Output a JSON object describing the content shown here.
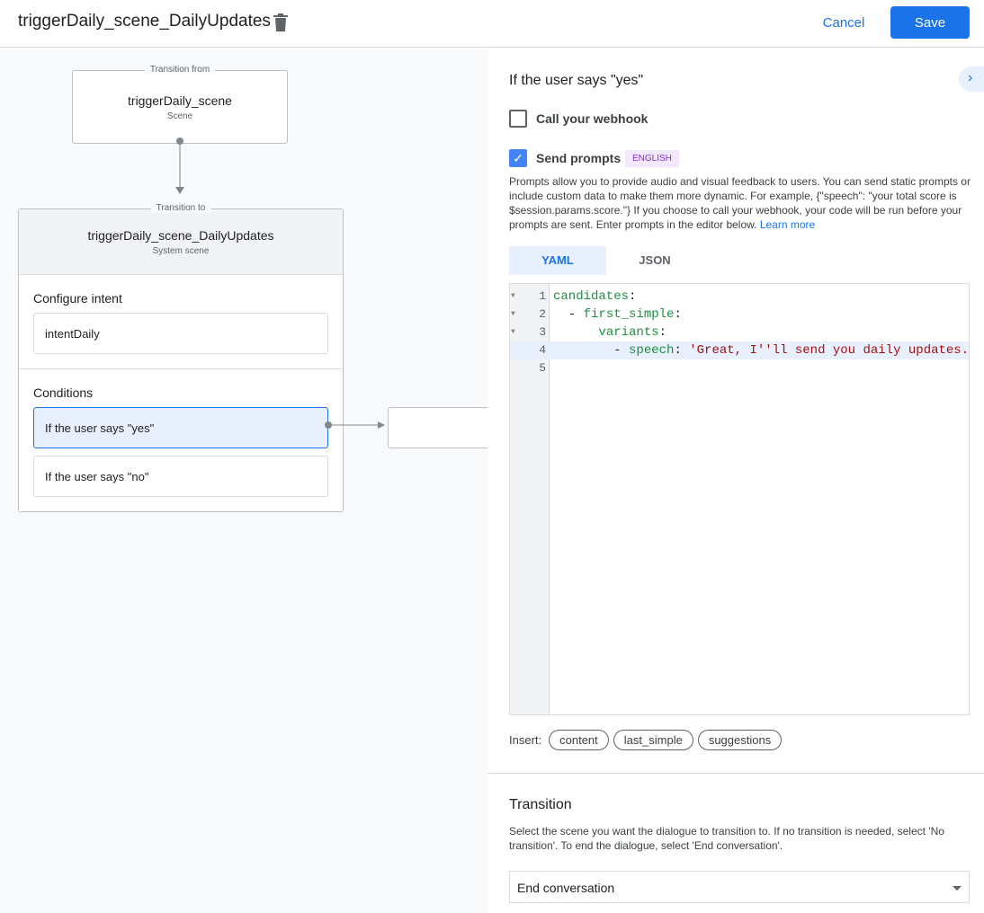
{
  "header": {
    "title": "triggerDaily_scene_DailyUpdates",
    "cancel": "Cancel",
    "save": "Save"
  },
  "canvas": {
    "from": {
      "label": "Transition from",
      "name": "triggerDaily_scene",
      "type": "Scene"
    },
    "to": {
      "label": "Transition to",
      "name": "triggerDaily_scene_DailyUpdates",
      "type": "System scene"
    },
    "intent_heading": "Configure intent",
    "intent": "intentDaily",
    "conditions_heading": "Conditions",
    "conditions": [
      "If the user says \"yes\"",
      "If the user says \"no\""
    ]
  },
  "panel": {
    "heading": "If the user says \"yes\"",
    "webhook": {
      "label": "Call your webhook",
      "checked": false
    },
    "prompts": {
      "label": "Send prompts",
      "checked": true,
      "badge": "ENGLISH"
    },
    "description": "Prompts allow you to provide audio and visual feedback to users. You can send static prompts or include custom data to make them more dynamic. For example, {\"speech\": \"your total score is $session.params.score.\"} If you choose to call your webhook, your code will be run before your prompts are sent. Enter prompts in the editor below.",
    "learn_more": "Learn more",
    "tabs": [
      "YAML",
      "JSON"
    ],
    "active_tab": "YAML",
    "code": [
      {
        "n": "1",
        "indent": "",
        "key": "candidates",
        "rest": ":",
        "val": ""
      },
      {
        "n": "2",
        "indent": "  - ",
        "key": "first_simple",
        "rest": ":",
        "val": ""
      },
      {
        "n": "3",
        "indent": "      ",
        "key": "variants",
        "rest": ":",
        "val": ""
      },
      {
        "n": "4",
        "indent": "        - ",
        "key": "speech",
        "rest": ": ",
        "val": "'Great, I''ll send you daily updates."
      },
      {
        "n": "5",
        "indent": "",
        "key": "",
        "rest": "",
        "val": ""
      }
    ],
    "insert_label": "Insert:",
    "insert_chips": [
      "content",
      "last_simple",
      "suggestions"
    ],
    "transition": {
      "heading": "Transition",
      "description": "Select the scene you want the dialogue to transition to. If no transition is needed, select 'No transition'. To end the dialogue, select 'End conversation'.",
      "value": "End conversation"
    }
  }
}
